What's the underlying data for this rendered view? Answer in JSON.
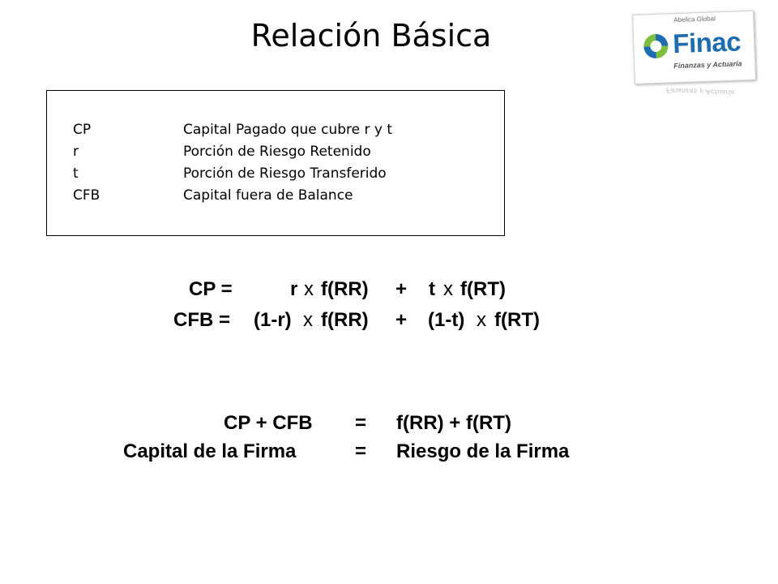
{
  "slide": {
    "title": "Relación Básica"
  },
  "logo": {
    "top_text": "Abelica Global",
    "name": "Finac",
    "tagline": "Finanzas y Actuaría",
    "colors": {
      "brand_blue": "#1c6db3",
      "brand_green": "#7cbf3a"
    }
  },
  "definitions": [
    {
      "term": "CP",
      "description": "Capital Pagado que cubre r y t"
    },
    {
      "term": "r",
      "description": "Porción de Riesgo Retenido"
    },
    {
      "term": "t",
      "description": "Porción de Riesgo Transferido"
    },
    {
      "term": "CFB",
      "description": "Capital fuera de Balance"
    }
  ],
  "equations_1": [
    {
      "lhs": "CP =",
      "coef1": "r",
      "x1": "x",
      "f1": "f(RR)",
      "plus": "+",
      "coef2": "t",
      "x2": "x",
      "f2": "f(RT)"
    },
    {
      "lhs": "CFB =",
      "coef1": "(1-r)",
      "x1": "x",
      "f1": "f(RR)",
      "plus": "+",
      "coef2": "(1-t)",
      "x2": "x",
      "f2": "f(RT)"
    }
  ],
  "equations_2": [
    {
      "lhs": "CP + CFB",
      "eq": "=",
      "rhs": "f(RR) + f(RT)"
    },
    {
      "lhs": "Capital de la Firma",
      "eq": "=",
      "rhs": "Riesgo de la Firma"
    }
  ]
}
